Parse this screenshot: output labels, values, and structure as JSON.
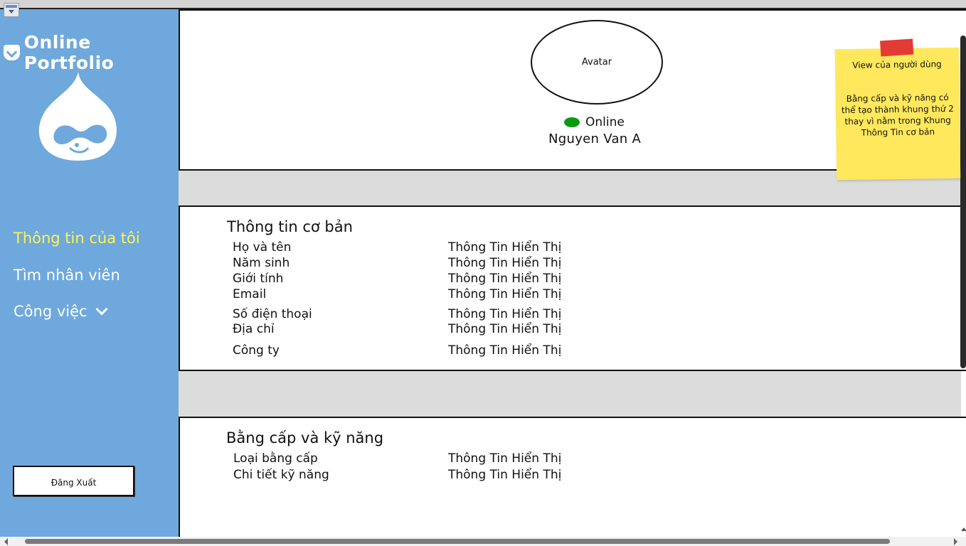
{
  "sidebar": {
    "brand": "Online Portfolio",
    "nav": [
      {
        "label": "Thông tin của tôi",
        "active": true
      },
      {
        "label": "Tìm nhân viên",
        "active": false
      },
      {
        "label": "Công việc",
        "active": false
      }
    ],
    "logout_label": "Đăng Xuất"
  },
  "profile": {
    "avatar_label": "Avatar",
    "status": "Online",
    "name": "Nguyen Van A"
  },
  "note": {
    "title": "View của người dùng",
    "body": "Bằng cấp và kỹ năng có thể tạo thành khung thứ 2 thay vì nằm trong Khung Thông Tin cơ bản"
  },
  "basic_info": {
    "title": "Thông tin cơ bản",
    "rows": [
      {
        "label": "Họ và tên",
        "value": "Thông Tin Hiển Thị"
      },
      {
        "label": "Năm sinh",
        "value": "Thông Tin Hiển Thị"
      },
      {
        "label": "Giới tính",
        "value": "Thông Tin Hiển Thị"
      },
      {
        "label": "Email",
        "value": "Thông Tin Hiển Thị"
      },
      {
        "label": "Số điện thoại",
        "value": "Thông Tin Hiển Thị"
      },
      {
        "label": "Địa chỉ",
        "value": "Thông Tin Hiển Thị"
      },
      {
        "label": "Công ty",
        "value": "Thông Tin Hiển Thị"
      }
    ]
  },
  "skills": {
    "title": "Bằng cấp và kỹ năng",
    "rows": [
      {
        "label": "Loại bằng cấp",
        "value": "Thông Tin Hiển Thị"
      },
      {
        "label": "Chi tiết kỹ năng",
        "value": "Thông Tin Hiển Thị"
      }
    ]
  },
  "colors": {
    "sidebar": "#6fa8dc",
    "active_nav": "#fff44f",
    "note": "#ffe85c",
    "tape": "#e43a35",
    "online": "#0a9a12"
  }
}
